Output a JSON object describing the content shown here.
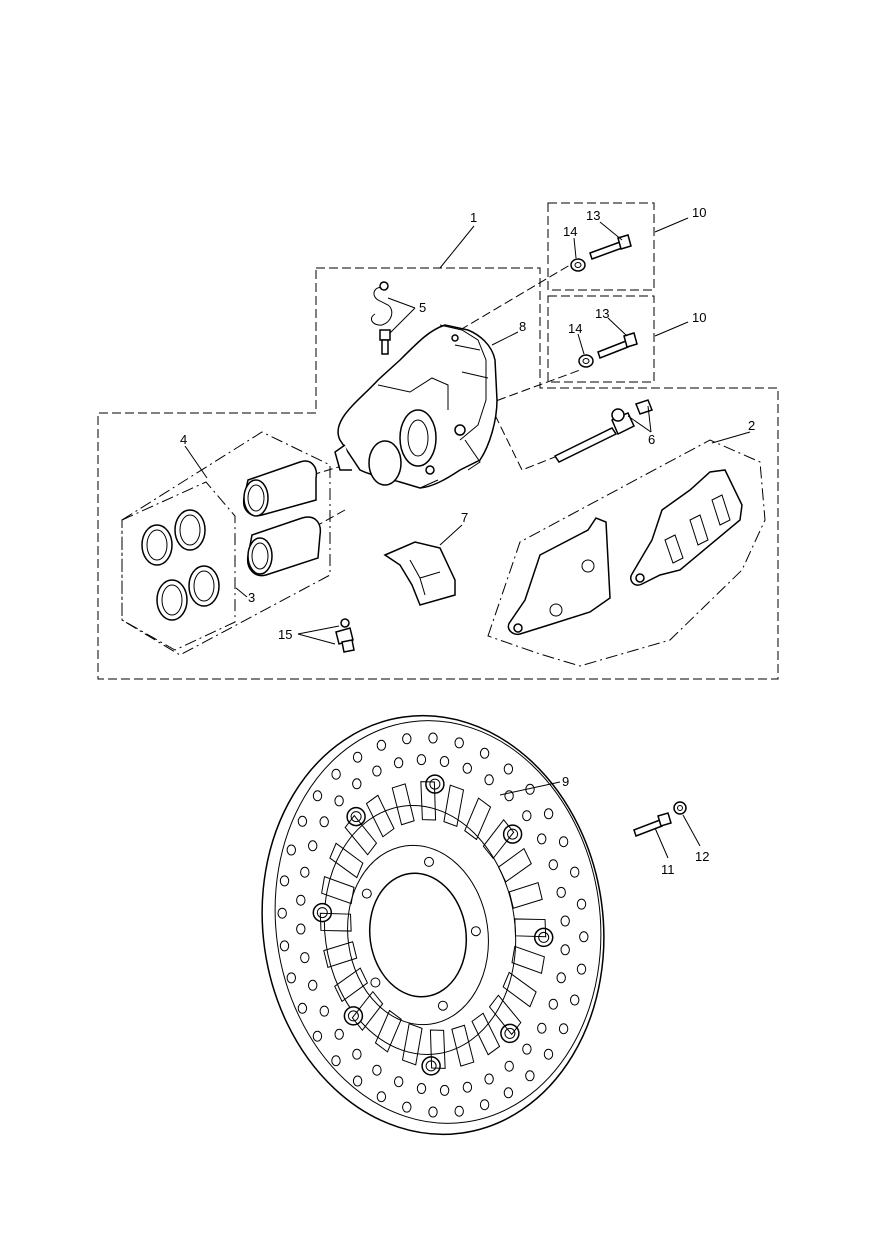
{
  "callouts": [
    {
      "id": "c1",
      "text": "1"
    },
    {
      "id": "c2",
      "text": "2"
    },
    {
      "id": "c3",
      "text": "3"
    },
    {
      "id": "c4",
      "text": "4"
    },
    {
      "id": "c5",
      "text": "5"
    },
    {
      "id": "c6",
      "text": "6"
    },
    {
      "id": "c7",
      "text": "7"
    },
    {
      "id": "c8",
      "text": "8"
    },
    {
      "id": "c9",
      "text": "9"
    },
    {
      "id": "c10a",
      "text": "10"
    },
    {
      "id": "c10b",
      "text": "10"
    },
    {
      "id": "c11",
      "text": "11"
    },
    {
      "id": "c12",
      "text": "12"
    },
    {
      "id": "c13a",
      "text": "13"
    },
    {
      "id": "c13b",
      "text": "13"
    },
    {
      "id": "c14a",
      "text": "14"
    },
    {
      "id": "c14b",
      "text": "14"
    },
    {
      "id": "c15",
      "text": "15"
    }
  ]
}
